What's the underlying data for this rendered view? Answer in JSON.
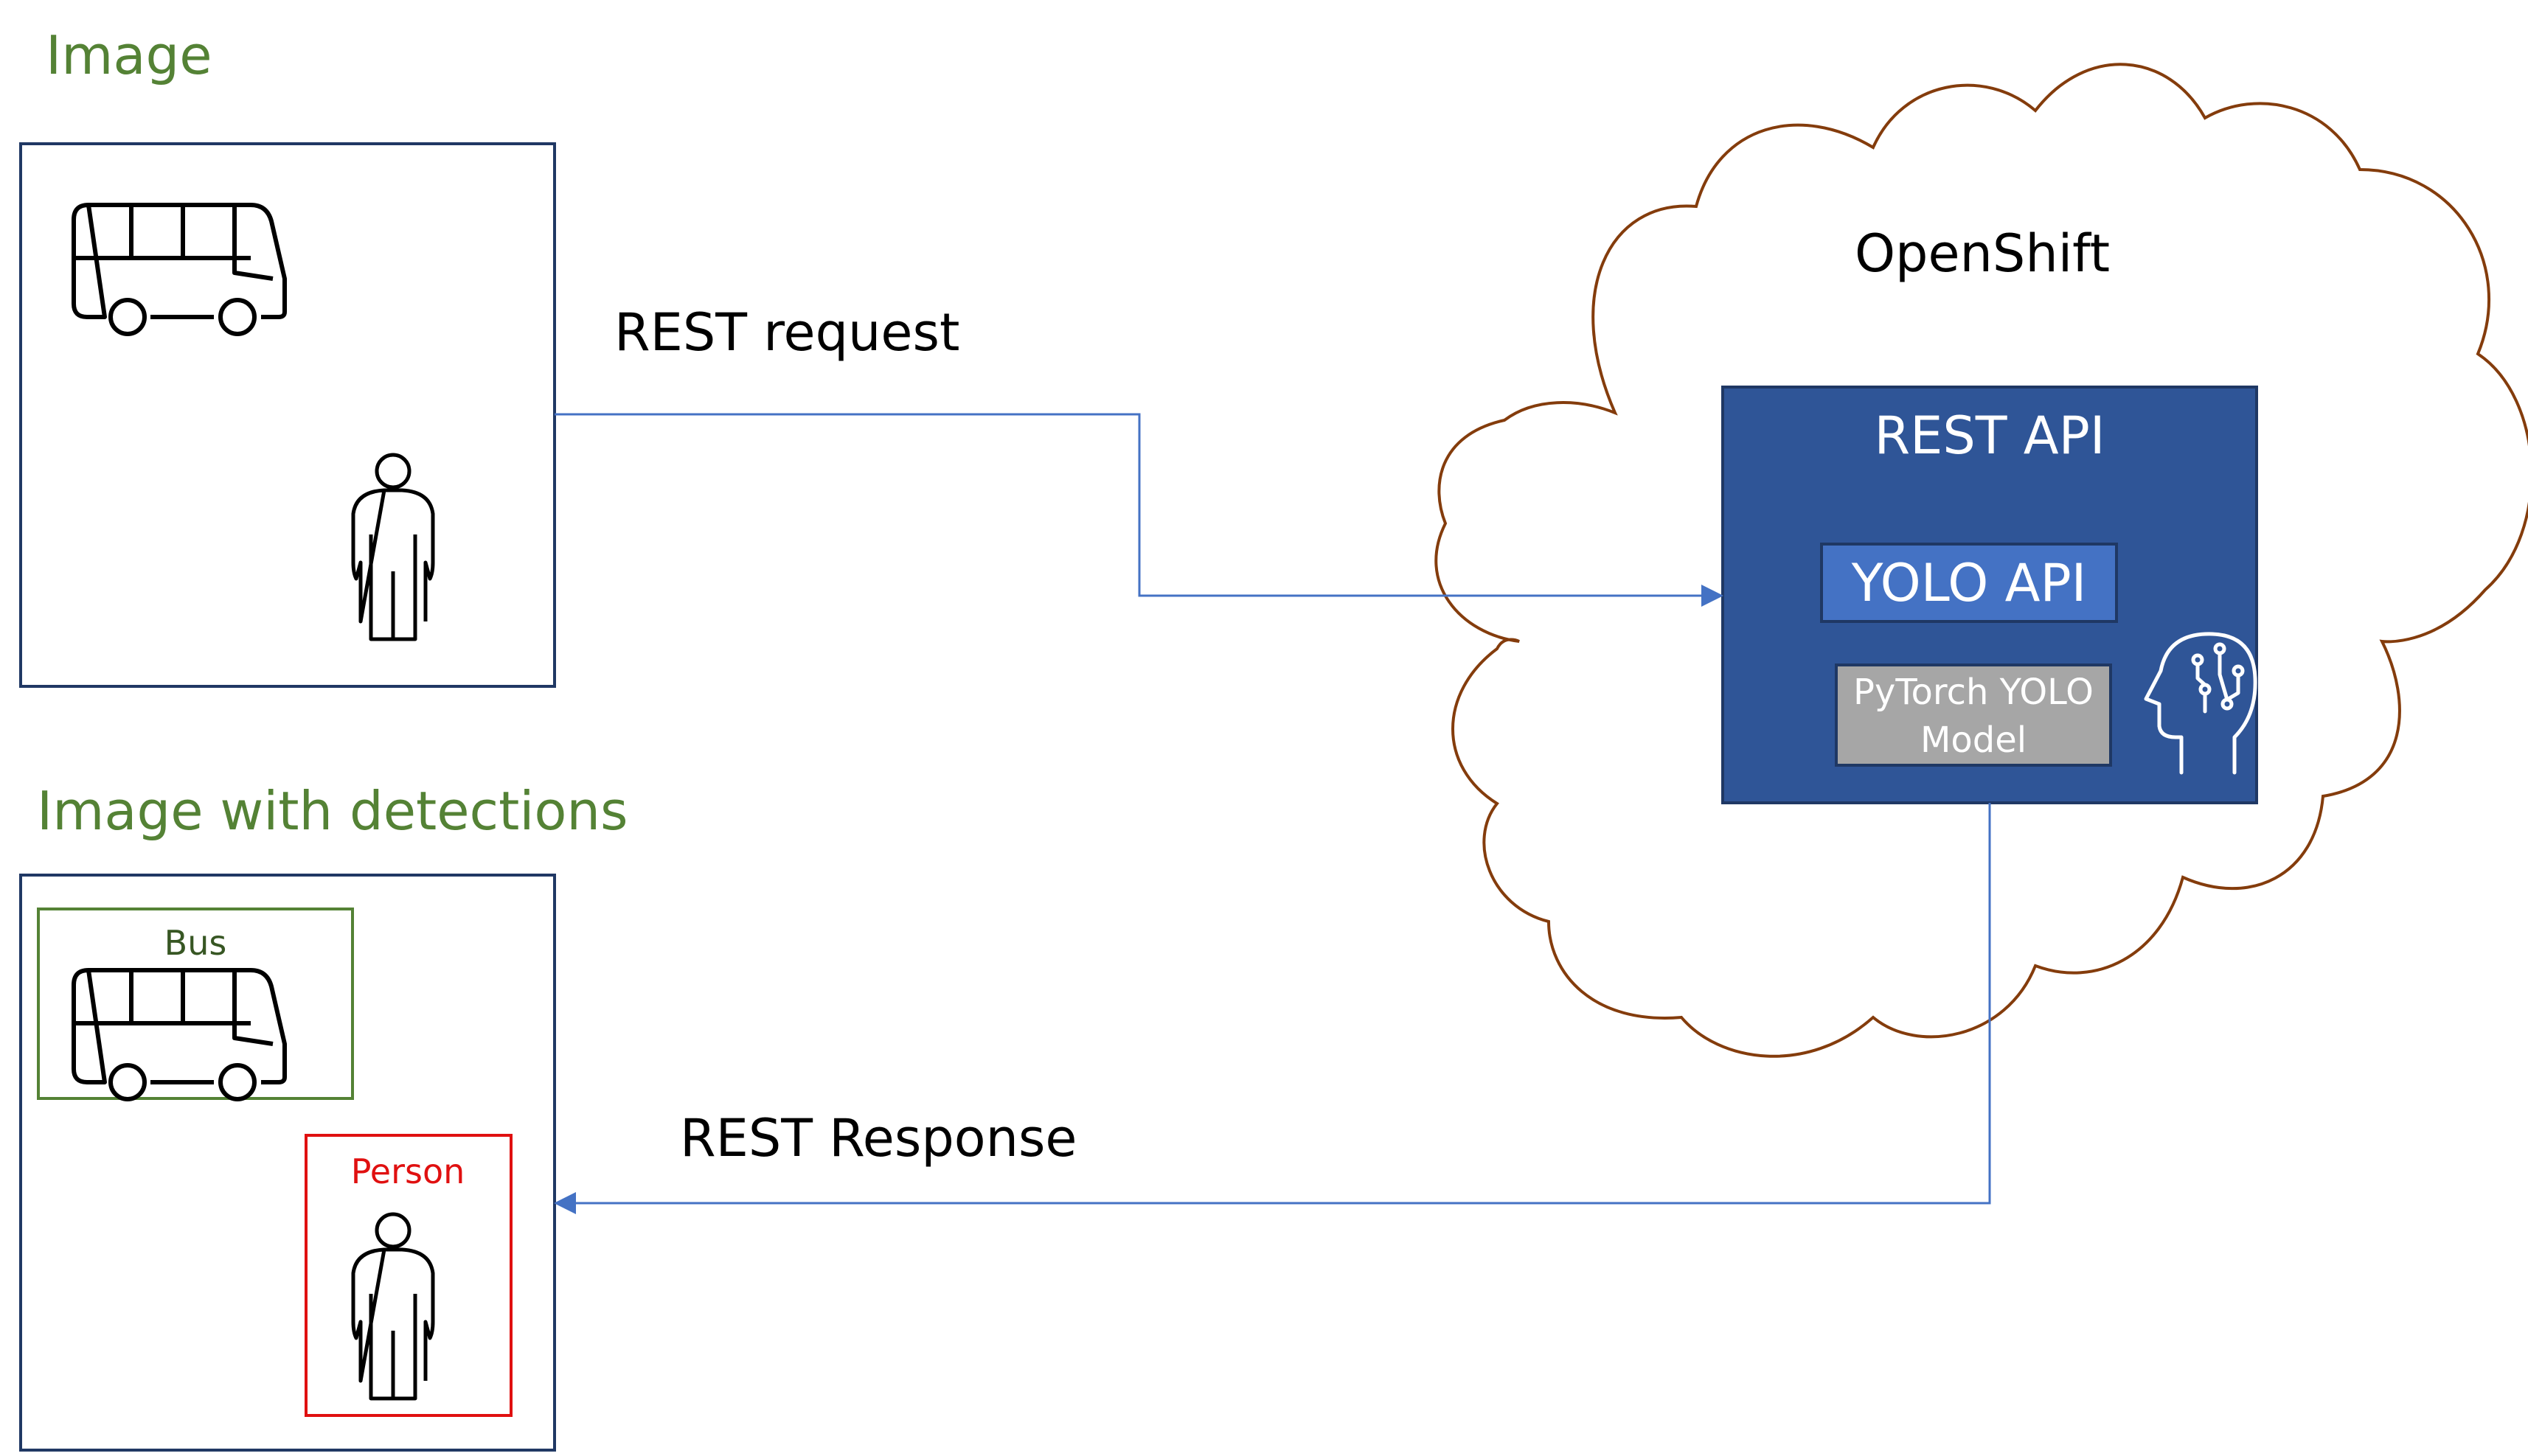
{
  "colors": {
    "green_text": "#548235",
    "frame": "#203864",
    "arrow": "#4472C4",
    "cloud": "#843C0C",
    "panel": "#2F5597",
    "panel_border": "#1F3864",
    "yolo_fill": "#4472C4",
    "model_fill": "#A6A6A6",
    "bus_box": "#548235",
    "bus_text": "#375623",
    "person_box": "#E01010",
    "icon": "#000000",
    "white": "#FFFFFF"
  },
  "labels": {
    "image_title": "Image",
    "detections_title": "Image with detections",
    "request": "REST request",
    "response": "REST Response",
    "cloud_title": "OpenShift",
    "rest_api": "REST API",
    "yolo_api": "YOLO API",
    "model_line1": "PyTorch YOLO",
    "model_line2": "Model",
    "bus_tag": "Bus",
    "person_tag": "Person"
  },
  "icons": {
    "bus": "bus-icon",
    "person": "person-icon",
    "ai_head": "ai-head-icon"
  }
}
